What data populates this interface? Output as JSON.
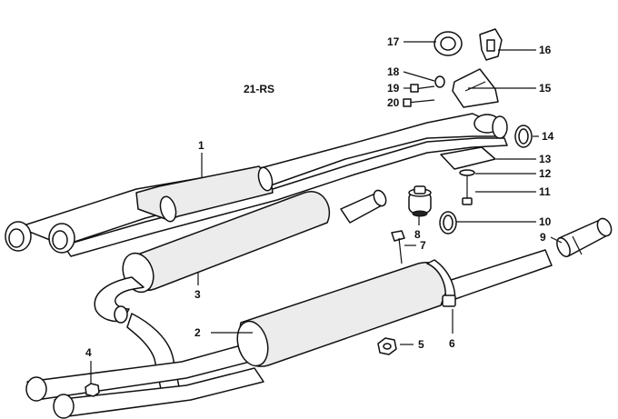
{
  "diagram_code": "21-RS",
  "callouts": {
    "c1": "1",
    "c2": "2",
    "c3": "3",
    "c4": "4",
    "c5": "5",
    "c6": "6",
    "c7": "7",
    "c8": "8",
    "c9": "9",
    "c10": "10",
    "c11": "11",
    "c12": "12",
    "c13": "13",
    "c14": "14",
    "c15": "15",
    "c16": "16",
    "c17": "17",
    "c18": "18",
    "c19": "19",
    "c20": "20"
  },
  "colors": {
    "line": "#111111",
    "background": "#ffffff"
  }
}
